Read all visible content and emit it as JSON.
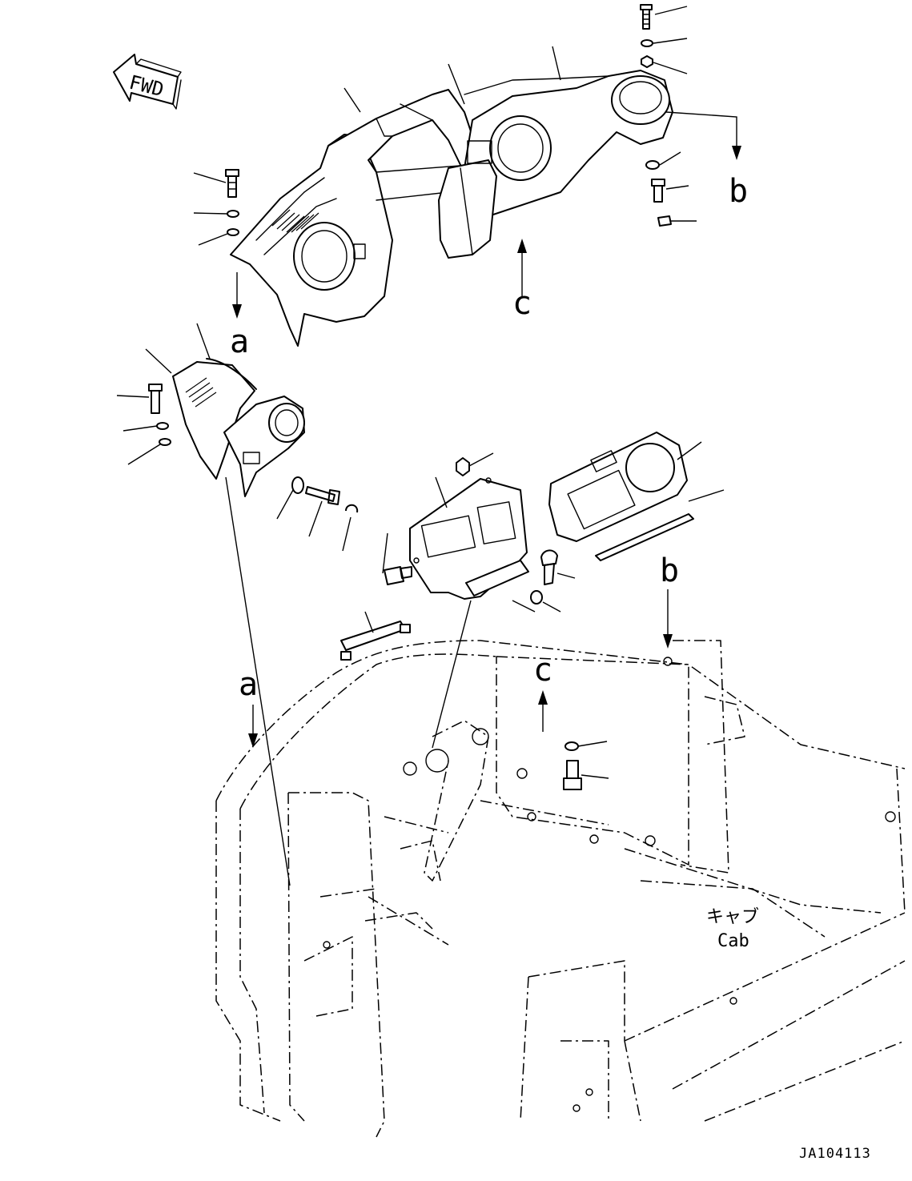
{
  "labels": {
    "fwd": "FWD",
    "ref_a": "a",
    "ref_b": "b",
    "ref_c": "c",
    "cab_jp": "キャブ",
    "cab_en": "Cab",
    "drawing_code": "JA104113"
  }
}
